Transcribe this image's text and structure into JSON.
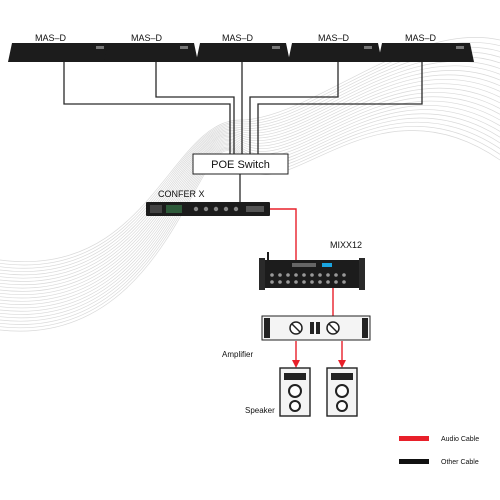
{
  "devices": {
    "mas_d": [
      "MAS–D",
      "MAS–D",
      "MAS–D",
      "MAS–D",
      "MAS–D"
    ],
    "poe_switch": "POE Switch",
    "confer": "CONFER X",
    "mixer": "MIXX12",
    "amplifier": "Amplifier",
    "speaker": "Speaker"
  },
  "legend": {
    "audio_cable": {
      "label": "Audio Cable",
      "color": "#e8202a"
    },
    "other_cable": {
      "label": "Other Cable",
      "color": "#111111"
    }
  },
  "colors": {
    "device_body": "#1c1c1c",
    "cable_black": "#2a2a2a",
    "cable_red": "#e8202a",
    "background_wave": "#d9d9d9"
  }
}
